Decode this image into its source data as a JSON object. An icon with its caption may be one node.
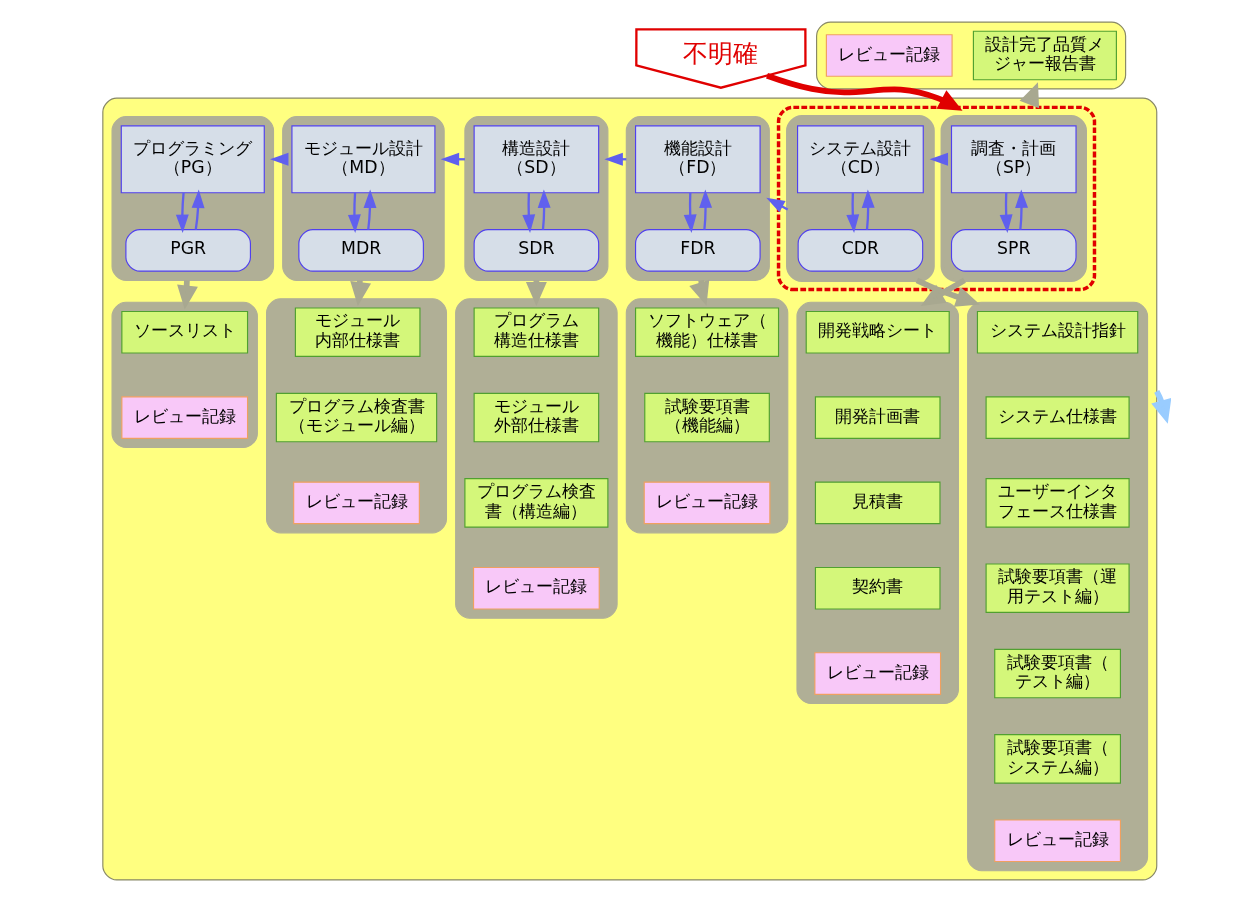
{
  "diagram": {
    "nodes": [
      {
        "text": [],
        "shape": "box"
      },
      {
        "text": [
          "不明確"
        ]
      },
      {
        "text": [],
        "shape": "box",
        "in": 0
      },
      {
        "text": [],
        "shape": "box",
        "in": 2
      },
      {
        "text": [
          "調査・計画",
          "（SP）"
        ],
        "in": 3
      },
      {
        "text": [
          "SPR"
        ],
        "in": 3
      },
      {
        "text": [],
        "shape": "box",
        "in": 2
      },
      {
        "text": [
          "システム設計",
          "（CD）"
        ],
        "in": 6
      },
      {
        "text": [
          "CDR"
        ],
        "in": 6
      },
      {
        "text": [],
        "shape": "box",
        "in": 0
      },
      {
        "text": [
          "機能設計",
          "（FD）"
        ],
        "in": 9
      },
      {
        "text": [
          "FDR"
        ],
        "in": 9
      },
      {
        "text": [],
        "shape": "box",
        "in": 0
      },
      {
        "text": [
          "構造設計",
          "（SD）"
        ],
        "in": 12
      },
      {
        "text": [
          "SDR"
        ],
        "in": 12
      },
      {
        "text": [],
        "shape": "box",
        "in": 0
      },
      {
        "text": [
          "モジュール設計",
          "（MD）"
        ],
        "in": 15
      },
      {
        "text": [
          "MDR"
        ],
        "in": 15
      },
      {
        "text": [],
        "shape": "box",
        "in": 0
      },
      {
        "text": [
          "プログラミング",
          "（PG）"
        ],
        "in": 18
      },
      {
        "text": [
          "PGR"
        ],
        "in": 18
      },
      {
        "text": [],
        "shape": "box",
        "in": 0
      },
      {
        "text": [
          "開発戦略シート"
        ],
        "in": 21
      },
      {
        "text": [
          "開発計画書"
        ],
        "in": 21
      },
      {
        "text": [
          "見積書"
        ],
        "in": 21
      },
      {
        "text": [
          "契約書"
        ],
        "in": 21
      },
      {
        "text": [
          "レビュー記録"
        ],
        "in": 21
      },
      {
        "text": [],
        "shape": "box",
        "in": 0
      },
      {
        "text": [
          "システム設計指針"
        ],
        "in": 27
      },
      {
        "text": [
          "システム仕様書"
        ],
        "in": 27
      },
      {
        "text": [
          "ユーザーインタフェース仕様書"
        ],
        "in": 27
      },
      {
        "text": [
          "試験要項書（運用テスト編）"
        ],
        "in": 27
      },
      {
        "text": [
          "試験要項書（テスト編）"
        ],
        "in": 27
      },
      {
        "text": [
          "試験要項書（システム編）"
        ],
        "in": 27
      },
      {
        "text": [
          "レビュー記録"
        ],
        "in": 27
      },
      {
        "text": [],
        "shape": "box",
        "in": 0
      },
      {
        "text": [
          "ソフトウェア（機能）仕様書"
        ],
        "in": 35
      },
      {
        "text": [
          "試験要項書（機能編）"
        ],
        "in": 35
      },
      {
        "text": [
          "レビュー記録"
        ],
        "in": 35
      },
      {
        "text": [],
        "shape": "box",
        "in": 0
      },
      {
        "text": [
          "プログラム構造仕様書"
        ],
        "in": 39
      },
      {
        "text": [
          "モジュール外部仕様書"
        ],
        "in": 39
      },
      {
        "text": [
          "プログラム検査書（構造編）"
        ],
        "in": 39
      },
      {
        "text": [
          "レビュー記録"
        ],
        "in": 39
      },
      {
        "text": [],
        "shape": "box",
        "in": 0
      },
      {
        "text": [
          "モジュール内部仕様書"
        ],
        "in": 44
      },
      {
        "text": [
          "プログラム検査書（モジュール編）"
        ],
        "in": 44
      },
      {
        "text": [
          "レビュー記録"
        ],
        "in": 44
      },
      {
        "text": [],
        "shape": "box",
        "in": 0
      },
      {
        "text": [
          "ソースリスト"
        ],
        "in": 48
      },
      {
        "text": [
          "レビュー記録"
        ],
        "in": 48
      },
      {
        "text": [],
        "shape": "box"
      },
      {
        "text": [
          "設計完了品質メジャー報告書"
        ],
        "in": 51
      },
      {
        "text": [
          "レビュー記録"
        ],
        "in": 51
      }
    ],
    "edges": [
      {
        "from": 1,
        "to": 2,
        "arrow": "to",
        "style": "thick",
        "color": "#e00000"
      },
      {
        "from": 5,
        "to": 4,
        "arrow": "to"
      },
      {
        "from": 4,
        "to": 5,
        "arrow": "to"
      },
      {
        "from": 8,
        "to": 7,
        "arrow": "to"
      },
      {
        "from": 7,
        "to": 8,
        "arrow": "to"
      },
      {
        "from": 11,
        "to": 10,
        "arrow": "to"
      },
      {
        "from": 10,
        "to": 11,
        "arrow": "to"
      },
      {
        "from": 14,
        "to": 13,
        "arrow": "to"
      },
      {
        "from": 13,
        "to": 14,
        "arrow": "to"
      },
      {
        "from": 17,
        "to": 16,
        "arrow": "to"
      },
      {
        "from": 16,
        "to": 17,
        "arrow": "to"
      },
      {
        "from": 20,
        "to": 19,
        "arrow": "to"
      },
      {
        "from": 19,
        "to": 20,
        "arrow": "to"
      },
      {
        "from": 3,
        "to": 6,
        "arrow": "to"
      },
      {
        "from": 6,
        "to": 9,
        "arrow": "to"
      },
      {
        "from": 9,
        "to": 12,
        "arrow": "to"
      },
      {
        "from": 12,
        "to": 15,
        "arrow": "to"
      },
      {
        "from": 15,
        "to": 18,
        "arrow": "to"
      },
      {
        "from": 3,
        "to": 21,
        "arrow": "to",
        "style": "thick",
        "color": "#a8a890"
      },
      {
        "from": 6,
        "to": 27,
        "arrow": "to",
        "style": "thick",
        "color": "#a8a890"
      },
      {
        "from": 9,
        "to": 35,
        "arrow": "to",
        "style": "thick",
        "color": "#a8a890"
      },
      {
        "from": 12,
        "to": 39,
        "arrow": "to",
        "style": "thick",
        "color": "#a8a890"
      },
      {
        "from": 15,
        "to": 44,
        "arrow": "to",
        "style": "thick",
        "color": "#a8a890"
      },
      {
        "from": 18,
        "to": 48,
        "arrow": "to",
        "style": "thick",
        "color": "#a8a890"
      },
      {
        "from": 0,
        "to": 51,
        "arrow": "to",
        "style": "thick",
        "color": "#a8a890"
      },
      {
        "from": 0,
        "to": null,
        "arrow": "to",
        "style": "thick",
        "color": "#99ccff"
      }
    ]
  }
}
